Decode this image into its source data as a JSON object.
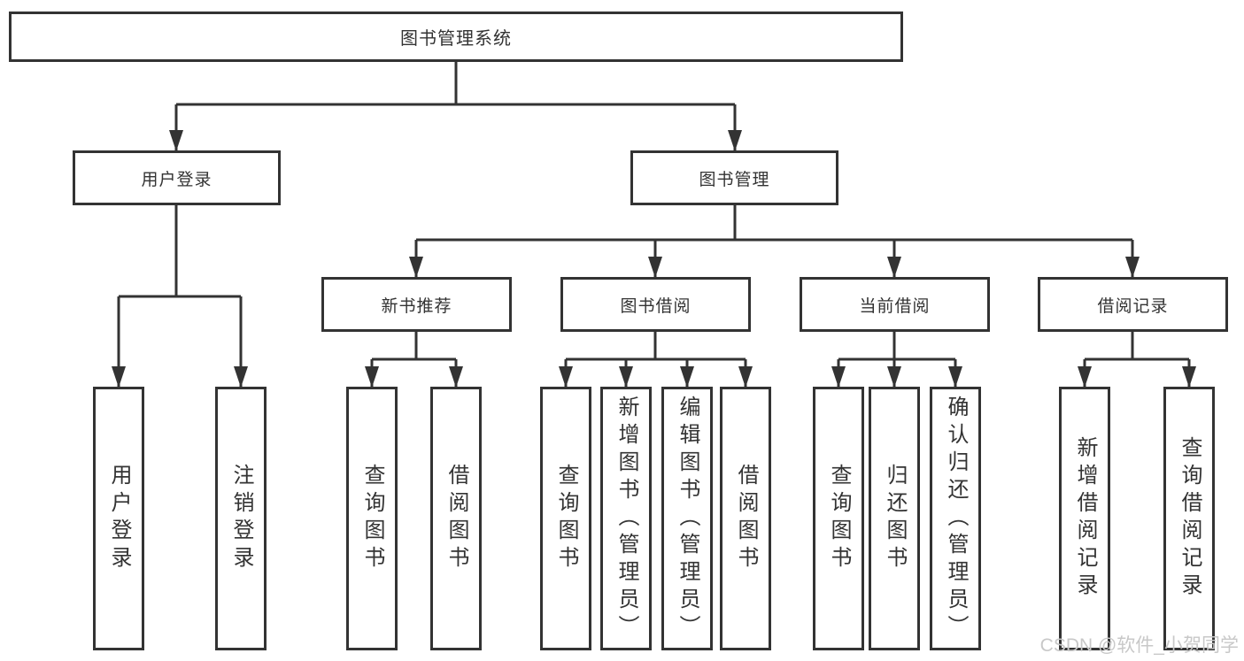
{
  "diagram": {
    "root": {
      "label": "图书管理系统"
    },
    "branches": [
      {
        "label": "用户登录",
        "children": [
          {
            "label": "用户登录"
          },
          {
            "label": "注销登录"
          }
        ]
      },
      {
        "label": "图书管理",
        "children": [
          {
            "label": "新书推荐",
            "children": [
              {
                "label": "查询图书"
              },
              {
                "label": "借阅图书"
              }
            ]
          },
          {
            "label": "图书借阅",
            "children": [
              {
                "label": "查询图书"
              },
              {
                "label": "新增图书（管理员）"
              },
              {
                "label": "编辑图书（管理员）"
              },
              {
                "label": "借阅图书"
              }
            ]
          },
          {
            "label": "当前借阅",
            "children": [
              {
                "label": "查询图书"
              },
              {
                "label": "归还图书"
              },
              {
                "label": "确认归还（管理员）"
              }
            ]
          },
          {
            "label": "借阅记录",
            "children": [
              {
                "label": "新增借阅记录"
              },
              {
                "label": "查询借阅记录"
              }
            ]
          }
        ]
      }
    ]
  },
  "watermark": {
    "text": "CSDN @软件_小贺同学"
  },
  "colors": {
    "line": "#333333",
    "text": "#333333",
    "watermark": "#c8c8c8",
    "background": "#ffffff"
  }
}
